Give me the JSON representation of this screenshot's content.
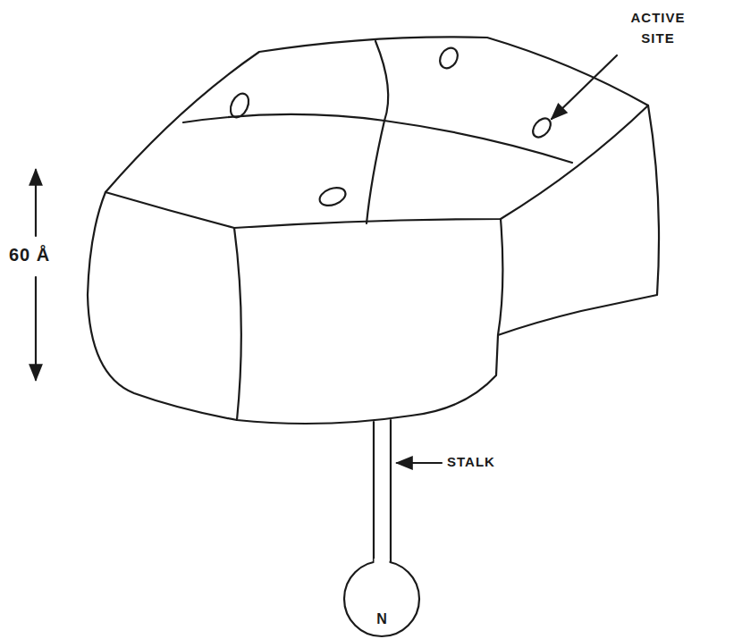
{
  "diagram": {
    "nodes": [
      {
        "text": [
          "N"
        ]
      }
    ],
    "labels": [
      "ACTIVE SITE",
      "60 Å",
      "STALK"
    ]
  }
}
